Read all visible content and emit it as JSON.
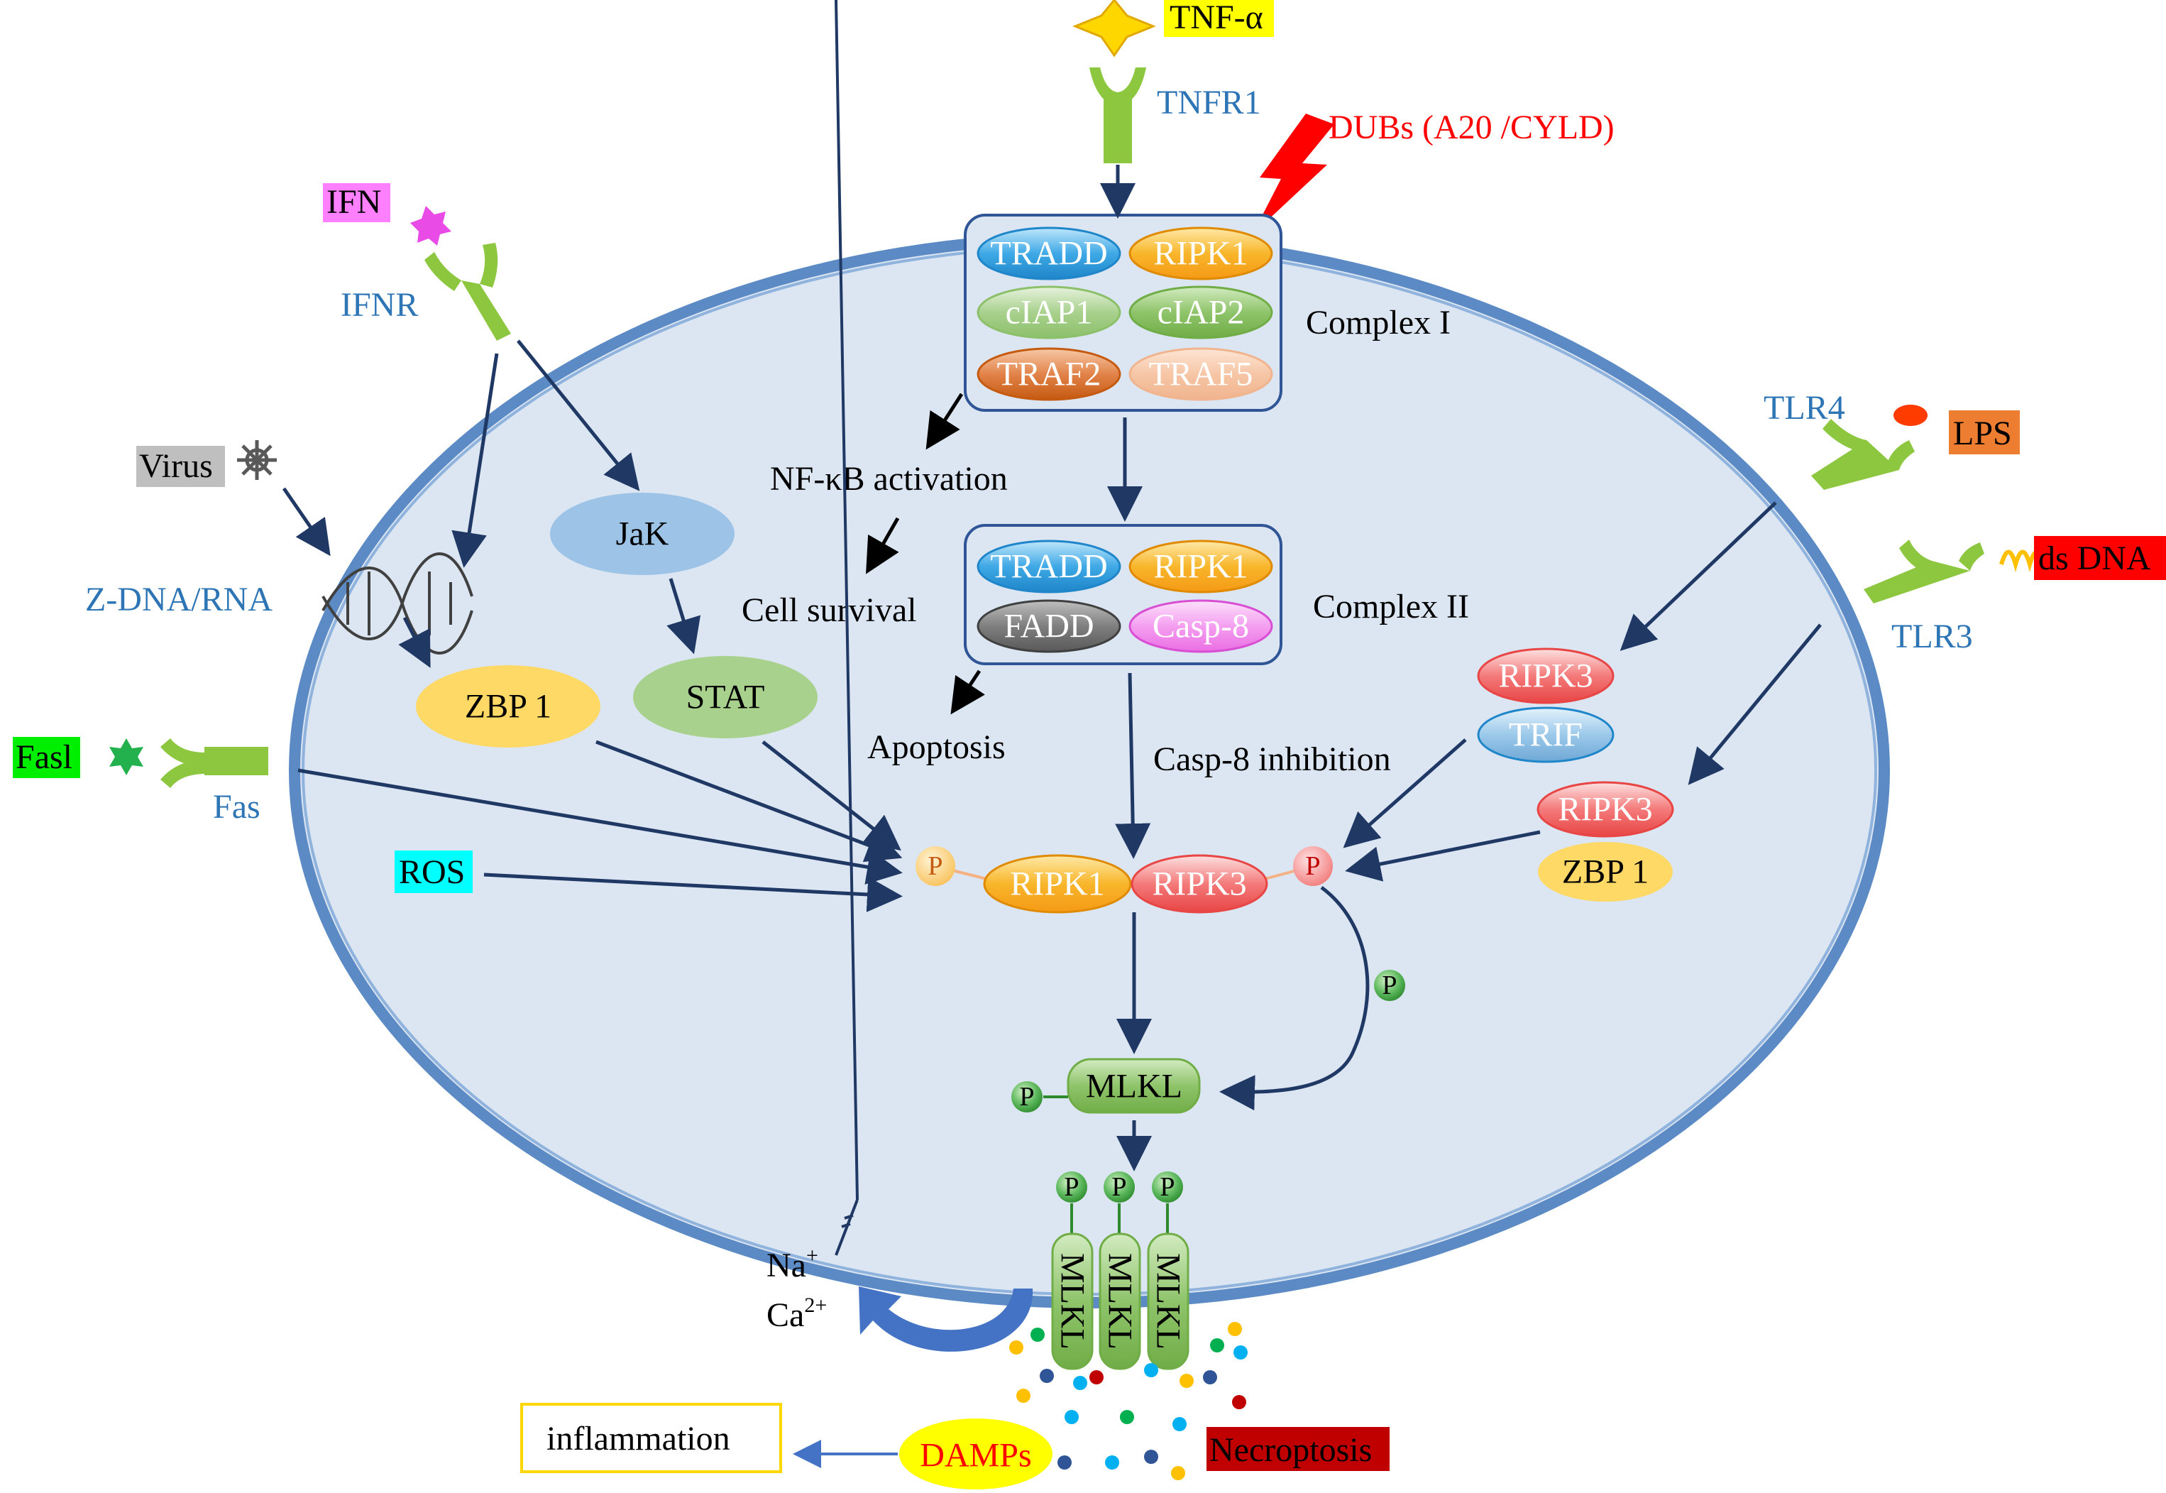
{
  "colors": {
    "cell_fill": "#dce6f2",
    "membrane": "#5b8ac4",
    "arrow": "#1f3864",
    "receptor": "#8dc63f",
    "label_blue": "#2E75B6"
  },
  "ligands": {
    "tnf": "TNF-α",
    "ifn": "IFN",
    "virus": "Virus",
    "fasl": "Fasl",
    "lps": "LPS",
    "dsdna": "ds DNA",
    "ros": "ROS"
  },
  "receptors": {
    "tnfr1": "TNFR1",
    "ifnr": "IFNR",
    "fas": "Fas",
    "tlr4": "TLR4",
    "tlr3": "TLR3",
    "zdna": "Z-DNA/RNA"
  },
  "dubs": "DUBs (A20 /CYLD)",
  "complex1": {
    "label": "Complex I",
    "tradd": "TRADD",
    "ripk1": "RIPK1",
    "ciap1": "cIAP1",
    "ciap2": "cIAP2",
    "traf2": "TRAF2",
    "traf5": "TRAF5"
  },
  "complex2": {
    "label": "Complex II",
    "tradd": "TRADD",
    "ripk1": "RIPK1",
    "fadd": "FADD",
    "casp8": "Casp-8"
  },
  "outcomes": {
    "nfkb": "NF-κB activation",
    "survival": "Cell survival",
    "apoptosis": "Apoptosis",
    "casp8_inhibition": "Casp-8 inhibition"
  },
  "nodes": {
    "jak": "JaK",
    "stat": "STAT",
    "zbp1_left": "ZBP 1",
    "ripk3_tlr4": "RIPK3",
    "trif": "TRIF",
    "ripk3_tlr3": "RIPK3",
    "zbp1_right": "ZBP 1",
    "necro_ripk1": "RIPK1",
    "necro_ripk3": "RIPK3",
    "mlkl": "MLKL",
    "mlkl_oligo": [
      "MLKL",
      "MLKL",
      "MLKL"
    ],
    "phospho": "P"
  },
  "ions": {
    "na": "Na",
    "na_sup": "+",
    "ca": "Ca",
    "ca_sup": "2+"
  },
  "outside": {
    "damps": "DAMPs",
    "inflammation": "inflammation",
    "necroptosis": "Necroptosis"
  }
}
